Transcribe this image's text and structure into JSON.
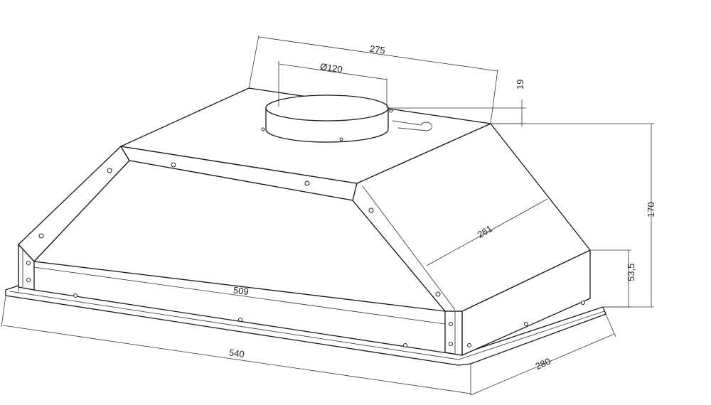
{
  "dimensions": {
    "collar_height": "19",
    "top_depth": "275",
    "duct_diameter": "Ø120",
    "total_height": "170",
    "side_slope": "261",
    "lower_height": "53,5",
    "inner_width": "509",
    "overall_width": "540",
    "overall_depth": "280"
  }
}
